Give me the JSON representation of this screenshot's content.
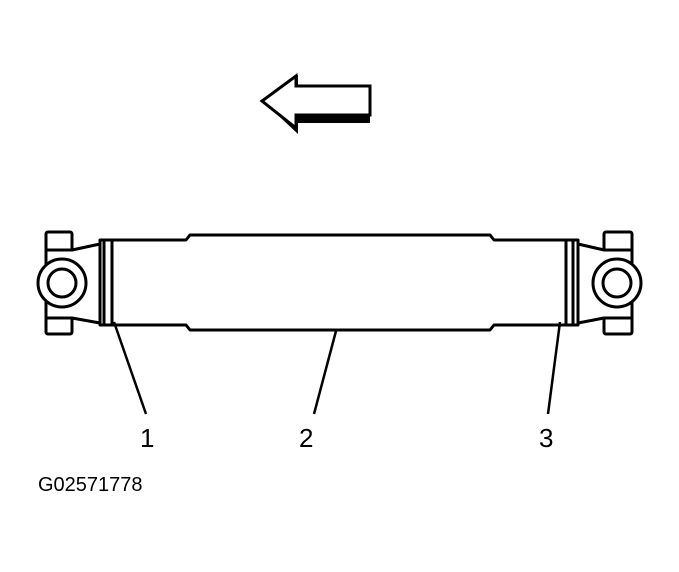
{
  "callouts": [
    {
      "label": "1"
    },
    {
      "label": "2"
    },
    {
      "label": "3"
    }
  ],
  "figure_id": "G02571778",
  "colors": {
    "ink": "#000000",
    "paper": "#ffffff"
  },
  "icons": {
    "direction_arrow": "arrow-left-icon"
  }
}
